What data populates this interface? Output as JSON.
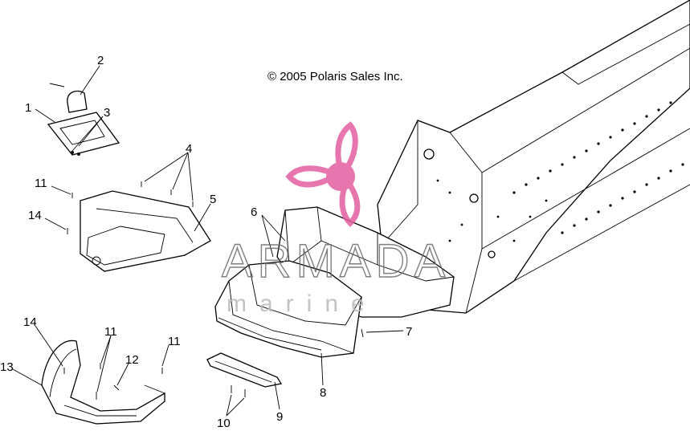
{
  "copyright": "© 2005 Polaris Sales Inc.",
  "watermark": {
    "brand": "ARMADA",
    "tagline": "marine",
    "logo_color": "#e35ea0",
    "text_color": "#6a6a6a"
  },
  "callouts": {
    "c1": "1",
    "c2": "2",
    "c3": "3",
    "c4": "4",
    "c5": "5",
    "c6": "6",
    "c7": "7",
    "c8": "8",
    "c9": "9",
    "c10": "10",
    "c11a": "11",
    "c11b": "11",
    "c11c": "11",
    "c12": "12",
    "c13": "13",
    "c14a": "14",
    "c14b": "14"
  }
}
